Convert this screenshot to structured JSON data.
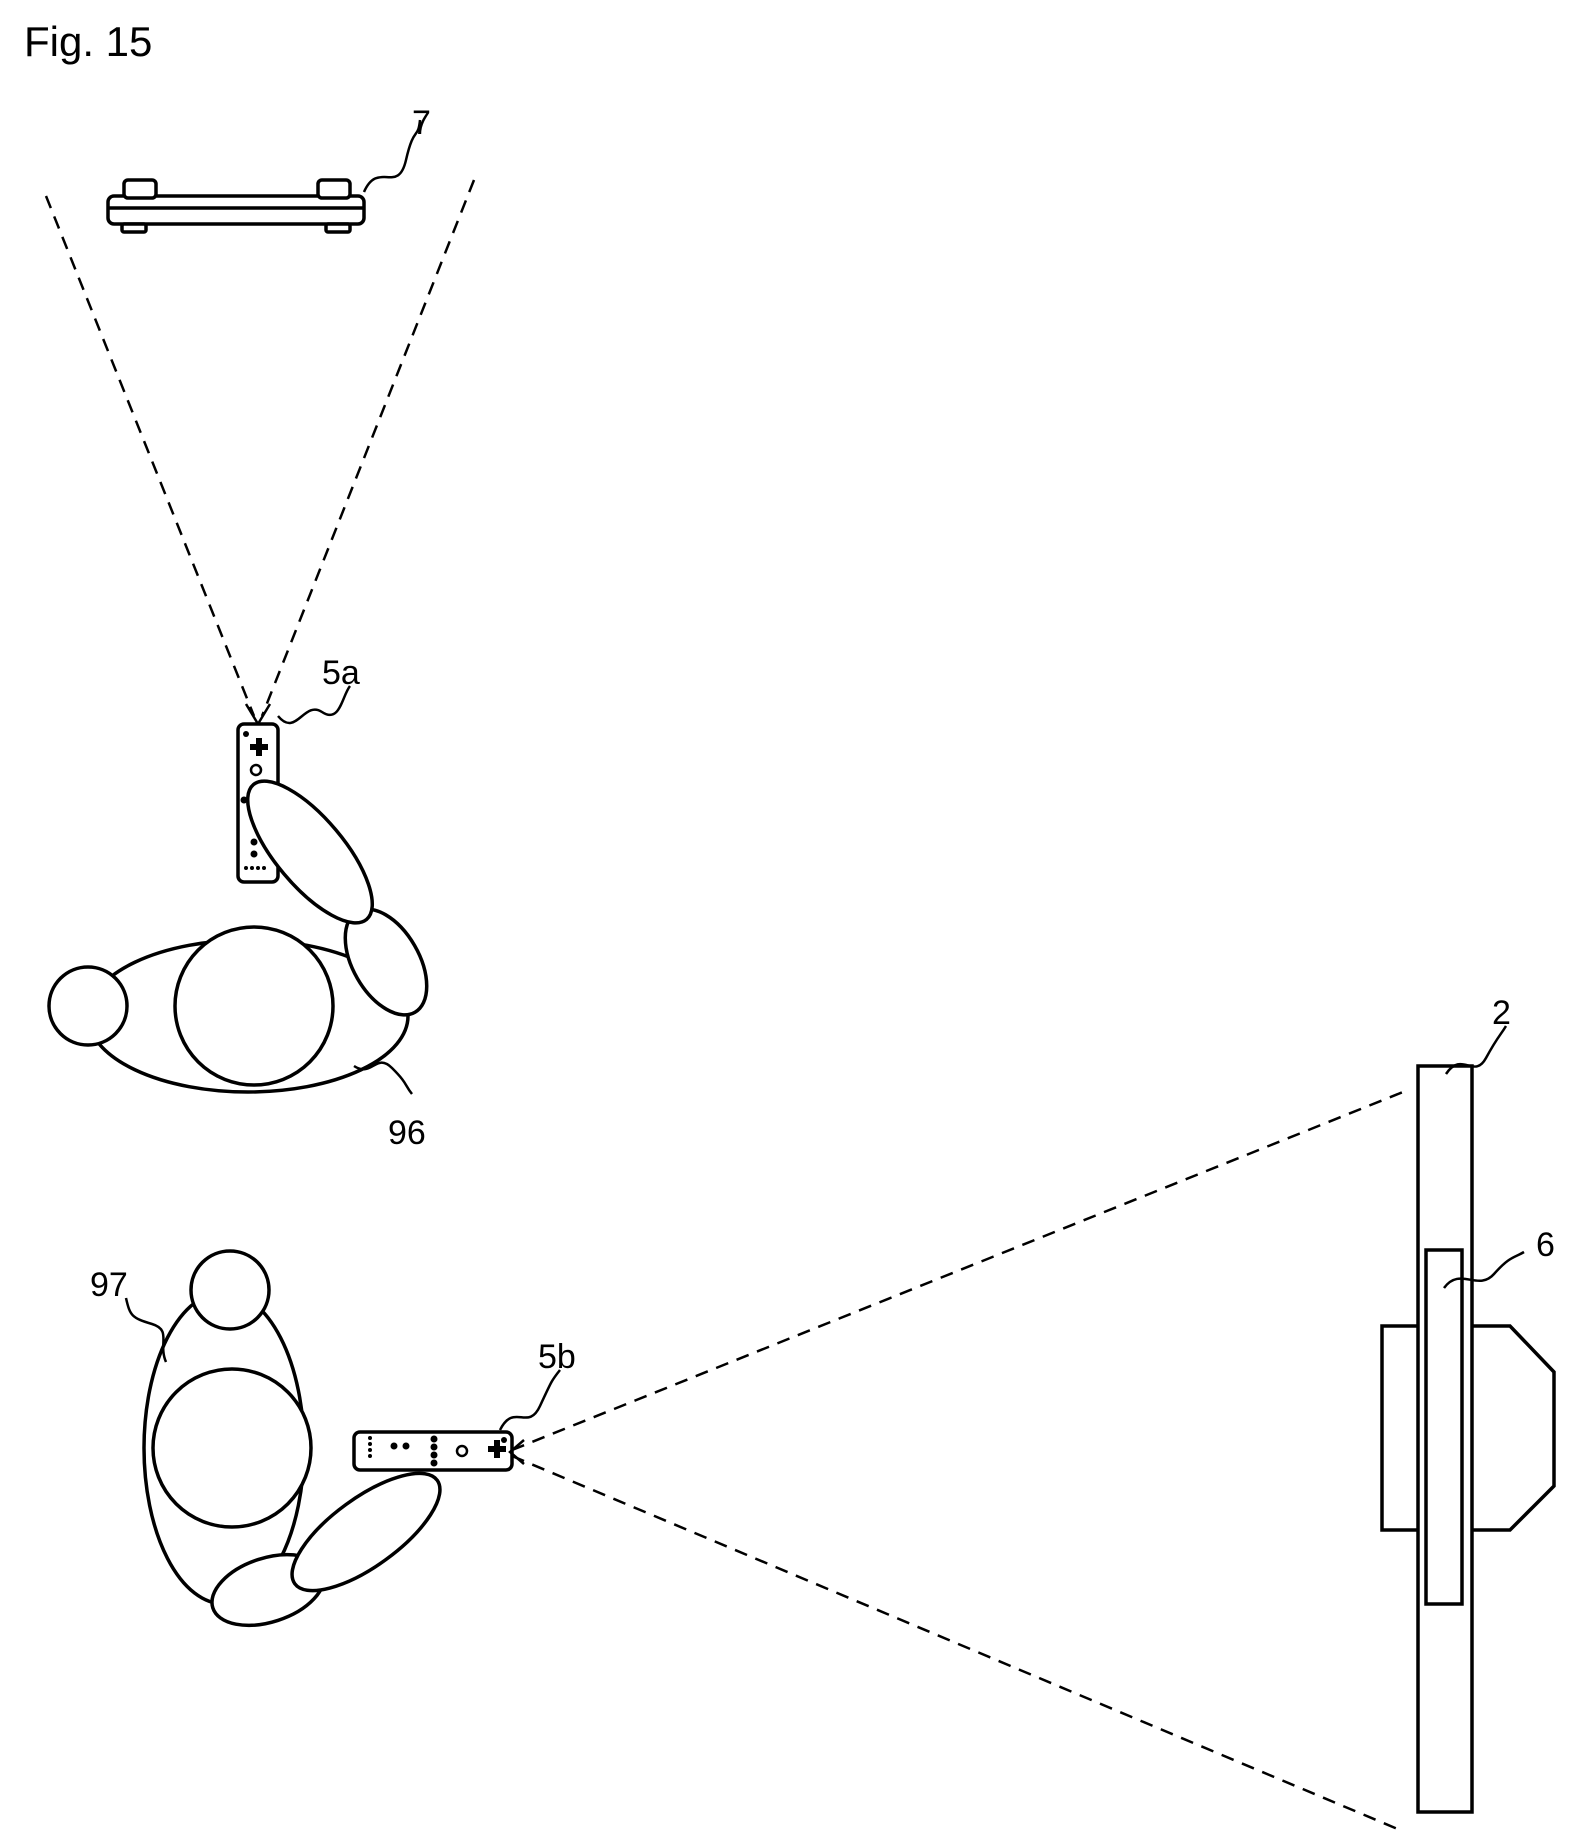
{
  "caption": "Fig. 15",
  "labels": {
    "board": "7",
    "controller_a": "5a",
    "player_a": "96",
    "player_b": "97",
    "controller_b": "5b",
    "television": "2",
    "marker": "6"
  }
}
